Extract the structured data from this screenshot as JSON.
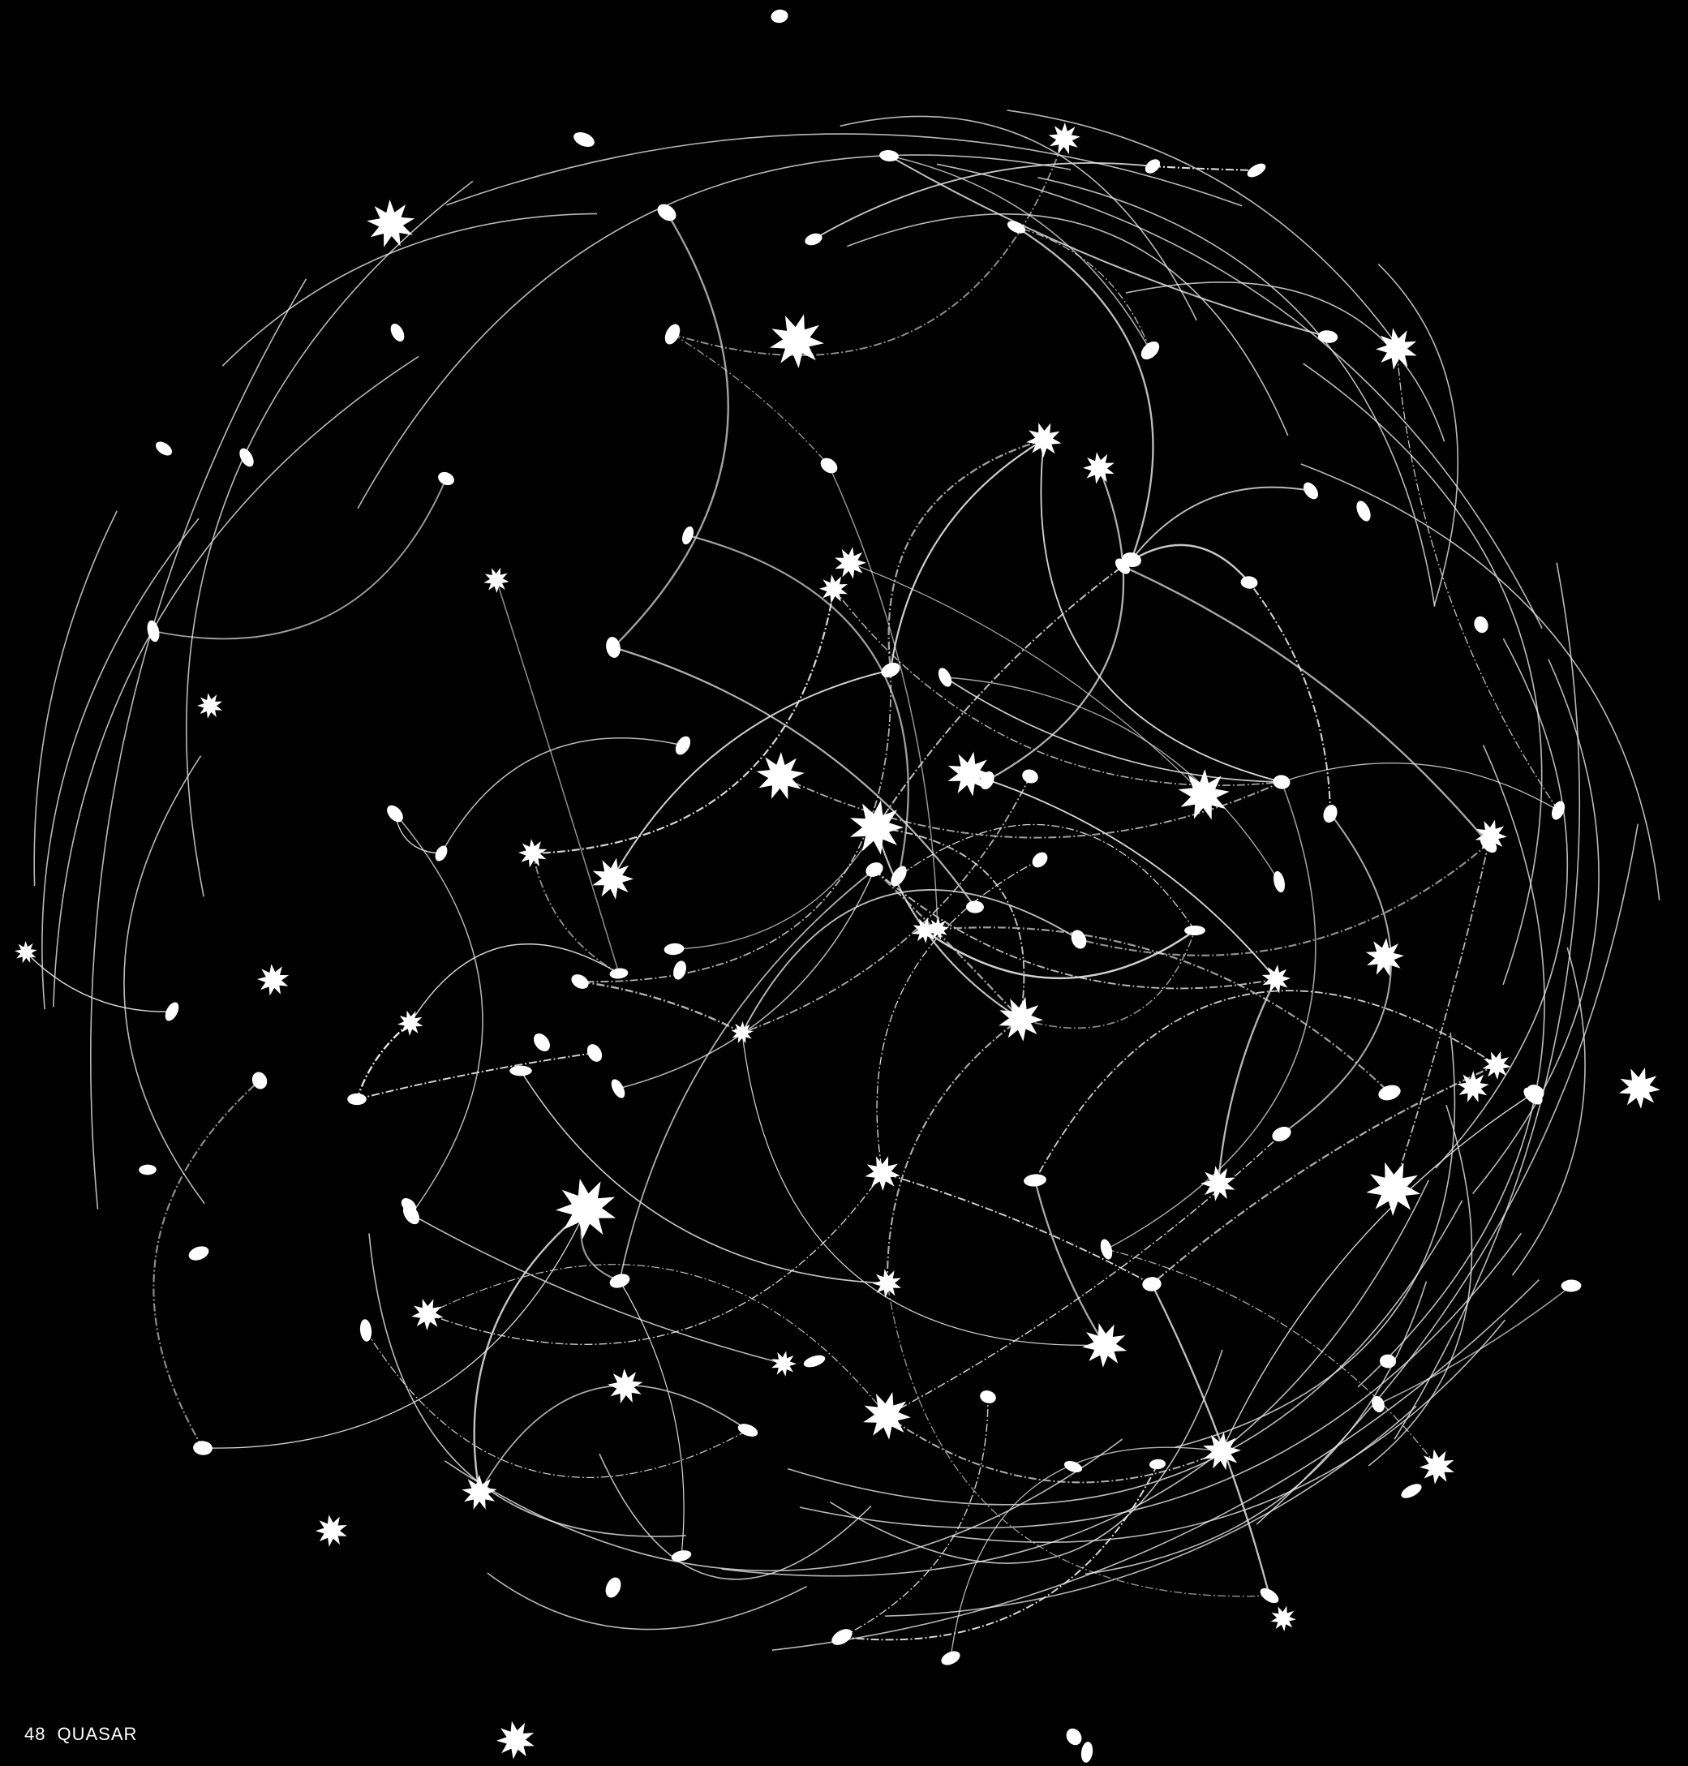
{
  "folio": {
    "page_number": "48",
    "publication": "QUASAR"
  },
  "artwork": {
    "subject": "light-sculpture-photo",
    "background_color": "#000000",
    "wire_color": "#e6e6e6",
    "light_color": "#ffffff",
    "icon_star": "star-burst-icon",
    "icon_bulb": "bulb-icon"
  }
}
